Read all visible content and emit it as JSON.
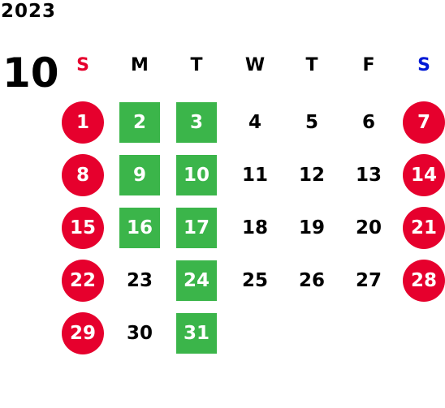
{
  "calendar": {
    "year": "2023",
    "month": "10",
    "weekdays": [
      "S",
      "M",
      "T",
      "W",
      "T",
      "F",
      "S"
    ],
    "weekday_colors": [
      "#e6002d",
      "#000000",
      "#000000",
      "#000000",
      "#000000",
      "#000000",
      "#0019d6"
    ],
    "colors": {
      "holiday_circle": "#e6002d",
      "highlight_square": "#3bb54a"
    },
    "weeks": [
      [
        {
          "d": "1",
          "s": "holiday"
        },
        {
          "d": "2",
          "s": "highlight"
        },
        {
          "d": "3",
          "s": "highlight"
        },
        {
          "d": "4",
          "s": ""
        },
        {
          "d": "5",
          "s": ""
        },
        {
          "d": "6",
          "s": ""
        },
        {
          "d": "7",
          "s": "holiday"
        }
      ],
      [
        {
          "d": "8",
          "s": "holiday"
        },
        {
          "d": "9",
          "s": "highlight"
        },
        {
          "d": "10",
          "s": "highlight"
        },
        {
          "d": "11",
          "s": ""
        },
        {
          "d": "12",
          "s": ""
        },
        {
          "d": "13",
          "s": ""
        },
        {
          "d": "14",
          "s": "holiday"
        }
      ],
      [
        {
          "d": "15",
          "s": "holiday"
        },
        {
          "d": "16",
          "s": "highlight"
        },
        {
          "d": "17",
          "s": "highlight"
        },
        {
          "d": "18",
          "s": ""
        },
        {
          "d": "19",
          "s": ""
        },
        {
          "d": "20",
          "s": ""
        },
        {
          "d": "21",
          "s": "holiday"
        }
      ],
      [
        {
          "d": "22",
          "s": "holiday"
        },
        {
          "d": "23",
          "s": ""
        },
        {
          "d": "24",
          "s": "highlight"
        },
        {
          "d": "25",
          "s": ""
        },
        {
          "d": "26",
          "s": ""
        },
        {
          "d": "27",
          "s": ""
        },
        {
          "d": "28",
          "s": "holiday"
        }
      ],
      [
        {
          "d": "29",
          "s": "holiday"
        },
        {
          "d": "30",
          "s": ""
        },
        {
          "d": "31",
          "s": "highlight"
        }
      ]
    ]
  }
}
